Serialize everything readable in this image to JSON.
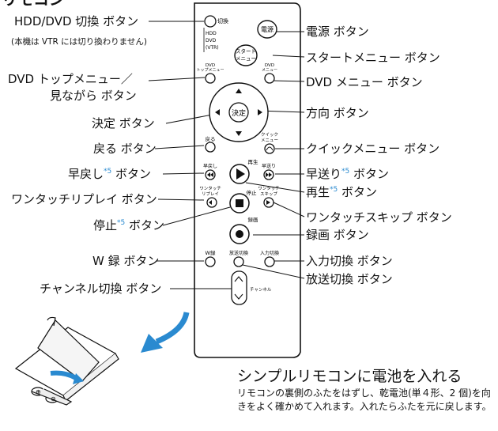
{
  "header_fragment": "リモコン",
  "left_labels": [
    {
      "text": "HDD/DVD 切換 ボタン",
      "sup": ""
    },
    {
      "text": "(本機は VTR には切り換わりません)",
      "sup": ""
    },
    {
      "text": "DVD トップメニュー／",
      "sup": ""
    },
    {
      "text": "見ながら ボタン",
      "sup": ""
    },
    {
      "text": "決定 ボタン",
      "sup": ""
    },
    {
      "text": "戻る ボタン",
      "sup": ""
    },
    {
      "text": "早戻し",
      "sup": "*5",
      "suffix": " ボタン"
    },
    {
      "text": "ワンタッチリプレイ ボタン",
      "sup": ""
    },
    {
      "text": "停止",
      "sup": "*5",
      "suffix": " ボタン"
    },
    {
      "text": "W 録 ボタン",
      "sup": ""
    },
    {
      "text": "チャンネル切換 ボタン",
      "sup": ""
    }
  ],
  "right_labels": [
    {
      "text": "電源 ボタン",
      "sup": ""
    },
    {
      "text": "スタートメニュー ボタン",
      "sup": ""
    },
    {
      "text": "DVD メニュー ボタン",
      "sup": ""
    },
    {
      "text": "方向 ボタン",
      "sup": ""
    },
    {
      "text": "クイックメニュー ボタン",
      "sup": ""
    },
    {
      "text": "早送り",
      "sup": "*5",
      "suffix": " ボタン"
    },
    {
      "text": "再生",
      "sup": "*5",
      "suffix": " ボタン"
    },
    {
      "text": "ワンタッチスキップ ボタン",
      "sup": ""
    },
    {
      "text": "録画 ボタン",
      "sup": ""
    },
    {
      "text": "入力切換 ボタン",
      "sup": ""
    },
    {
      "text": "放送切換 ボタン",
      "sup": ""
    }
  ],
  "remote": {
    "switch": "切換",
    "switch_opts": [
      "HDD",
      "DVD",
      "(VTR)"
    ],
    "power": "電源",
    "start": [
      "スタート",
      "メニュー"
    ],
    "dvd_top": [
      "DVD",
      "トップメニュー"
    ],
    "dvd_menu": [
      "DVD",
      "メニュー"
    ],
    "enter": "決定",
    "back": "戻る",
    "quick": [
      "クイック",
      "メニュー"
    ],
    "play": "再生",
    "rew": "早戻し",
    "ff": "早送り",
    "replay": [
      "ワンタッチ",
      "リプレイ"
    ],
    "skip": [
      "ワンタッチ",
      "スキップ"
    ],
    "stop": "停止",
    "rec": "録画",
    "wrec": "W録",
    "bcast": "放送切換",
    "input": "入力切換",
    "channel": "チャンネル"
  },
  "battery_section": {
    "title": "シンプルリモコンに電池を入れる",
    "body_line1": "リモコンの裏側のふたをはずし、乾電池(単４形、2 個)を向",
    "body_line2": "きをよく確かめて入れます。入れたらふたを元に戻します。"
  },
  "colors": {
    "arrow": "#2a8ad0",
    "sup": "#2a8ad0",
    "line": "#111111"
  }
}
